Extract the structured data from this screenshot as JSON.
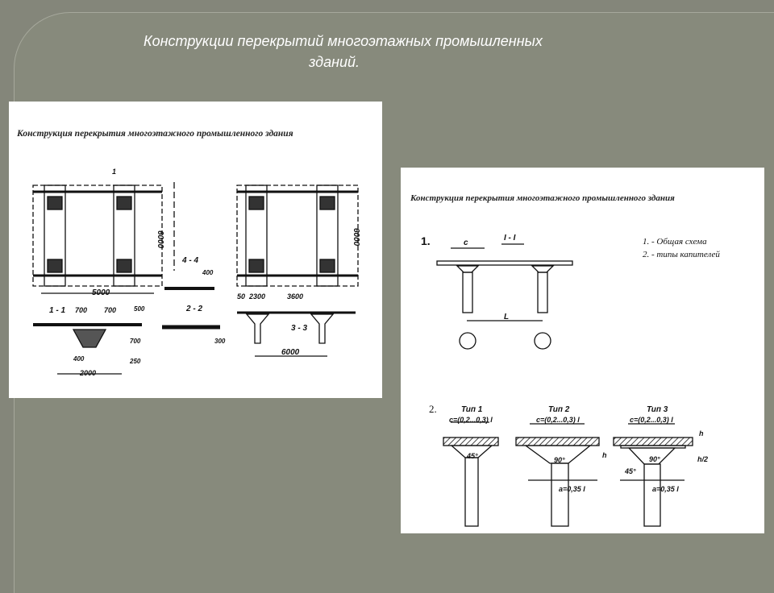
{
  "slide": {
    "title_line1": "Конструкции перекрытий многоэтажных промышленных",
    "title_line2": "зданий."
  },
  "figure_left": {
    "caption": "Конструкция перекрытия многоэтажного промышленного здания",
    "labels": {
      "callout": "1",
      "section_1": "1 - 1",
      "section_2": "2 - 2",
      "section_3": "3 - 3",
      "section_4": "4 - 4",
      "dim_5000": "5000",
      "dim_6000_plan": "6000",
      "dim_6000_right": "6000",
      "dim_6000_bottom": "6000",
      "dim_700a": "700",
      "dim_700b": "700",
      "dim_2000": "2000",
      "dim_400": "400",
      "dim_500": "500",
      "dim_700v": "700",
      "dim_250": "250",
      "dim_300": "300",
      "dim_400v": "400",
      "dim_50": "50",
      "dim_2300": "2300",
      "dim_3600": "3600"
    }
  },
  "figure_right": {
    "caption": "Конструкция перекрытия многоэтажного промышленного здания",
    "part1_number": "1.",
    "part2_number": "2.",
    "section_label": "I - I",
    "label_c": "c",
    "label_L": "L",
    "legend": [
      "1. - Общая схема",
      "2. - типы капителей"
    ],
    "types": [
      {
        "name": "Тип 1",
        "formula": "c=(0,2...0,3) l",
        "angle": "45°"
      },
      {
        "name": "Тип 2",
        "formula": "c=(0,2...0,3) l",
        "angle": "90°",
        "a": "a=0,35 l",
        "h": "h"
      },
      {
        "name": "Тип 3",
        "formula": "c=(0,2...0,3) l",
        "angle": "90°",
        "angle2": "45°",
        "a": "a=0,35 l",
        "h": "h",
        "h2": "h/2"
      }
    ]
  }
}
